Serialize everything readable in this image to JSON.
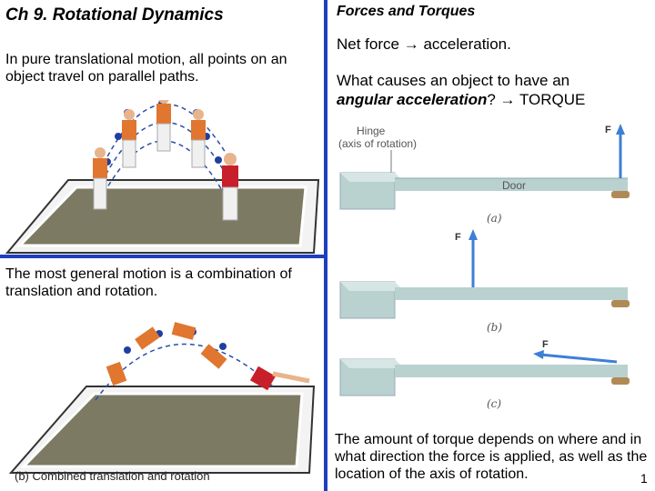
{
  "slide": {
    "title": "Ch 9. Rotational Dynamics",
    "page_number": "1"
  },
  "left": {
    "translational_text": "In pure translational motion, all points on an object travel on parallel paths.",
    "general_text": "The most general motion is a combination of translation and rotation.",
    "figure_b_caption": "(b) Combined translation and rotation"
  },
  "right": {
    "heading": "Forces and Torques",
    "line1_prefix": "Net force",
    "line1_suffix": "acceleration.",
    "question_prefix": "What causes an object to have an",
    "question_emph": "angular acceleration",
    "question_mark": "?",
    "question_answer": "TORQUE",
    "arrow": "→",
    "conclusion": "The amount of torque depends on where and in what direction the force is applied, as well as the location of the axis of rotation."
  },
  "door_figure": {
    "hinge_label": "Hinge",
    "axis_label": "(axis of rotation)",
    "door_label": "Door",
    "force_label": "F",
    "panel_a": "(a)",
    "panel_b": "(b)",
    "panel_c": "(c)"
  },
  "colors": {
    "divider": "#1f3fbf",
    "force_arrow": "#3d7fd6",
    "door": "#b9d1cf",
    "mat": "#7c7a62",
    "shirt": "#e0762f"
  }
}
